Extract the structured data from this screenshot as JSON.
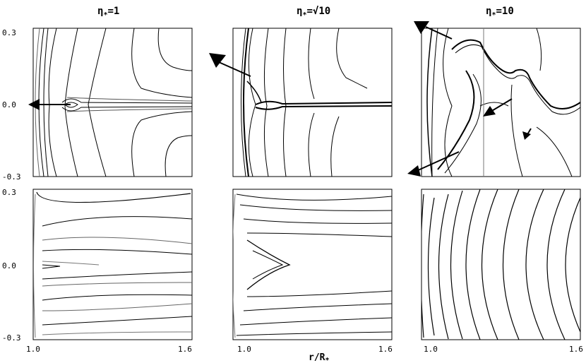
{
  "columns": [
    {
      "title": "η",
      "sub": "*",
      "eq": "=1"
    },
    {
      "title": "η",
      "sub": "*",
      "eq": "=√10"
    },
    {
      "title": "η",
      "sub": "*",
      "eq": "=10"
    }
  ],
  "y_ticks": [
    "0.3",
    "0.0",
    "-0.3"
  ],
  "x_ticks": [
    "1.0",
    "1.6"
  ],
  "x_label": {
    "main": "r/R",
    "sub": "*"
  },
  "line_color": "#000000",
  "chart_data": {
    "type": "contour",
    "panels": 6,
    "layout": "2 rows x 3 columns",
    "xlim": [
      1.0,
      1.6
    ],
    "ylim": [
      -0.3,
      0.3
    ]
  }
}
